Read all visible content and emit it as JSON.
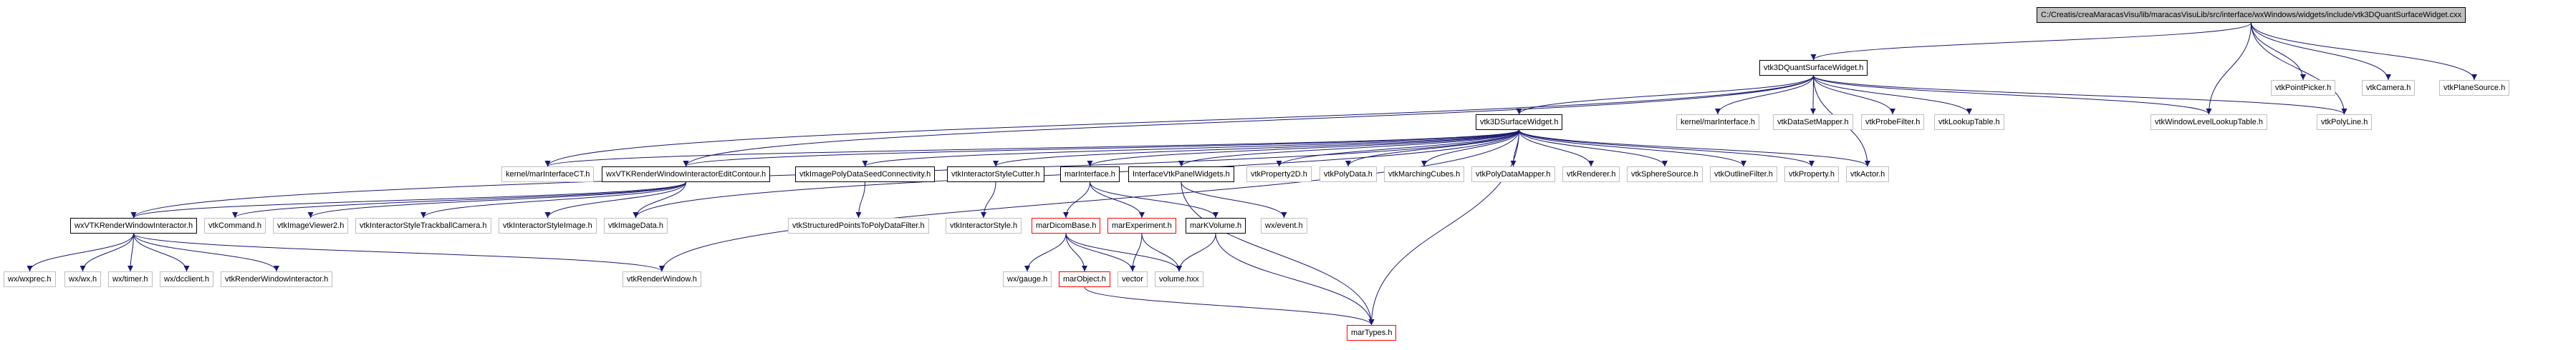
{
  "title": "C:/Creatis/creaMaracasVisu/lib/maracasVisuLib/src/interface/wxWindows/widgets/include/vtk3DQuantSurfaceWidget.cxx",
  "colors": {
    "edge": "#191970",
    "border_gray": "#bfbfbf",
    "border_black": "#000000",
    "border_red": "#ff0000",
    "root_fill": "#bfbfbf"
  },
  "nodes": [
    {
      "id": "root",
      "label": "C:/Creatis/creaMaracasVisu/lib/maracasVisuLib/src/interface/wxWindows/widgets/include/vtk3DQuantSurfaceWidget.cxx",
      "style": "root"
    },
    {
      "id": "q",
      "label": "vtk3DQuantSurfaceWidget.h",
      "style": "black"
    },
    {
      "id": "pp",
      "label": "vtkPointPicker.h",
      "style": "gray"
    },
    {
      "id": "cam",
      "label": "vtkCamera.h",
      "style": "gray"
    },
    {
      "id": "ps",
      "label": "vtkPlaneSource.h",
      "style": "gray"
    },
    {
      "id": "s",
      "label": "vtk3DSurfaceWidget.h",
      "style": "black"
    },
    {
      "id": "kmi",
      "label": "kernel/marInterface.h",
      "style": "gray"
    },
    {
      "id": "dsm",
      "label": "vtkDataSetMapper.h",
      "style": "gray"
    },
    {
      "id": "pf",
      "label": "vtkProbeFilter.h",
      "style": "gray"
    },
    {
      "id": "lut",
      "label": "vtkLookupTable.h",
      "style": "gray"
    },
    {
      "id": "wllut",
      "label": "vtkWindowLevelLookupTable.h",
      "style": "gray"
    },
    {
      "id": "pl",
      "label": "vtkPolyLine.h",
      "style": "gray"
    },
    {
      "id": "kmict",
      "label": "kernel/marInterfaceCT.h",
      "style": "gray"
    },
    {
      "id": "ec",
      "label": "wxVTKRenderWindowInteractorEditContour.h",
      "style": "black"
    },
    {
      "id": "ipdsc",
      "label": "vtkImagePolyDataSeedConnectivity.h",
      "style": "black"
    },
    {
      "id": "isc",
      "label": "vtkInteractorStyleCutter.h",
      "style": "black"
    },
    {
      "id": "mi",
      "label": "marInterface.h",
      "style": "black"
    },
    {
      "id": "ivpw",
      "label": "InterfaceVtkPanelWidgets.h",
      "style": "black"
    },
    {
      "id": "p2d",
      "label": "vtkProperty2D.h",
      "style": "gray"
    },
    {
      "id": "pd",
      "label": "vtkPolyData.h",
      "style": "gray"
    },
    {
      "id": "mc",
      "label": "vtkMarchingCubes.h",
      "style": "gray"
    },
    {
      "id": "pdm",
      "label": "vtkPolyDataMapper.h",
      "style": "gray"
    },
    {
      "id": "ren",
      "label": "vtkRenderer.h",
      "style": "gray"
    },
    {
      "id": "ss",
      "label": "vtkSphereSource.h",
      "style": "gray"
    },
    {
      "id": "of",
      "label": "vtkOutlineFilter.h",
      "style": "gray"
    },
    {
      "id": "prop",
      "label": "vtkProperty.h",
      "style": "gray"
    },
    {
      "id": "act",
      "label": "vtkActor.h",
      "style": "gray"
    },
    {
      "id": "rwi",
      "label": "wxVTKRenderWindowInteractor.h",
      "style": "black"
    },
    {
      "id": "cmd",
      "label": "vtkCommand.h",
      "style": "gray"
    },
    {
      "id": "iv2",
      "label": "vtkImageViewer2.h",
      "style": "gray"
    },
    {
      "id": "istc",
      "label": "vtkInteractorStyleTrackballCamera.h",
      "style": "gray"
    },
    {
      "id": "isi",
      "label": "vtkInteractorStyleImage.h",
      "style": "gray"
    },
    {
      "id": "id",
      "label": "vtkImageData.h",
      "style": "gray"
    },
    {
      "id": "sptpdf",
      "label": "vtkStructuredPointsToPolyDataFilter.h",
      "style": "gray"
    },
    {
      "id": "is",
      "label": "vtkInteractorStyle.h",
      "style": "gray"
    },
    {
      "id": "mdb",
      "label": "marDicomBase.h",
      "style": "red"
    },
    {
      "id": "mexp",
      "label": "marExperiment.h",
      "style": "red"
    },
    {
      "id": "mkv",
      "label": "marKVolume.h",
      "style": "black"
    },
    {
      "id": "wxev",
      "label": "wx/event.h",
      "style": "gray"
    },
    {
      "id": "wxprec",
      "label": "wx/wxprec.h",
      "style": "gray"
    },
    {
      "id": "wxwx",
      "label": "wx/wx.h",
      "style": "gray"
    },
    {
      "id": "wxtimer",
      "label": "wx/timer.h",
      "style": "gray"
    },
    {
      "id": "wxdc",
      "label": "wx/dcclient.h",
      "style": "gray"
    },
    {
      "id": "vrwi",
      "label": "vtkRenderWindowInteractor.h",
      "style": "gray"
    },
    {
      "id": "rw",
      "label": "vtkRenderWindow.h",
      "style": "gray"
    },
    {
      "id": "gauge",
      "label": "wx/gauge.h",
      "style": "gray"
    },
    {
      "id": "mobj",
      "label": "marObject.h",
      "style": "red"
    },
    {
      "id": "vec",
      "label": "vector",
      "style": "gray"
    },
    {
      "id": "vol",
      "label": "volume.hxx",
      "style": "gray"
    },
    {
      "id": "mt",
      "label": "marTypes.h",
      "style": "red"
    }
  ],
  "edges": [
    [
      "root",
      "q"
    ],
    [
      "root",
      "pp"
    ],
    [
      "root",
      "cam"
    ],
    [
      "root",
      "ps"
    ],
    [
      "root",
      "wllut"
    ],
    [
      "root",
      "pl"
    ],
    [
      "q",
      "s"
    ],
    [
      "q",
      "kmi"
    ],
    [
      "q",
      "dsm"
    ],
    [
      "q",
      "pf"
    ],
    [
      "q",
      "lut"
    ],
    [
      "q",
      "wllut"
    ],
    [
      "q",
      "pl"
    ],
    [
      "q",
      "kmict"
    ],
    [
      "q",
      "ec"
    ],
    [
      "q",
      "act"
    ],
    [
      "s",
      "kmict"
    ],
    [
      "s",
      "ec"
    ],
    [
      "s",
      "ipdsc"
    ],
    [
      "s",
      "isc"
    ],
    [
      "s",
      "mi"
    ],
    [
      "s",
      "ivpw"
    ],
    [
      "s",
      "p2d"
    ],
    [
      "s",
      "pd"
    ],
    [
      "s",
      "mc"
    ],
    [
      "s",
      "pdm"
    ],
    [
      "s",
      "ren"
    ],
    [
      "s",
      "ss"
    ],
    [
      "s",
      "of"
    ],
    [
      "s",
      "prop"
    ],
    [
      "s",
      "act"
    ],
    [
      "s",
      "rwi"
    ],
    [
      "s",
      "id"
    ],
    [
      "s",
      "rw"
    ],
    [
      "s",
      "mt"
    ],
    [
      "ec",
      "rwi"
    ],
    [
      "ec",
      "cmd"
    ],
    [
      "ec",
      "iv2"
    ],
    [
      "ec",
      "istc"
    ],
    [
      "ec",
      "isi"
    ],
    [
      "ec",
      "id"
    ],
    [
      "ipdsc",
      "sptpdf"
    ],
    [
      "isc",
      "is"
    ],
    [
      "mi",
      "mdb"
    ],
    [
      "mi",
      "mexp"
    ],
    [
      "mi",
      "mkv"
    ],
    [
      "ivpw",
      "wxev"
    ],
    [
      "ivpw",
      "mt"
    ],
    [
      "rwi",
      "wxprec"
    ],
    [
      "rwi",
      "wxwx"
    ],
    [
      "rwi",
      "wxtimer"
    ],
    [
      "rwi",
      "wxdc"
    ],
    [
      "rwi",
      "vrwi"
    ],
    [
      "rwi",
      "rw"
    ],
    [
      "mdb",
      "gauge"
    ],
    [
      "mdb",
      "mobj"
    ],
    [
      "mdb",
      "vec"
    ],
    [
      "mdb",
      "vol"
    ],
    [
      "mexp",
      "vec"
    ],
    [
      "mexp",
      "vol"
    ],
    [
      "mkv",
      "vol"
    ],
    [
      "mkv",
      "mt"
    ],
    [
      "mobj",
      "mt"
    ]
  ]
}
